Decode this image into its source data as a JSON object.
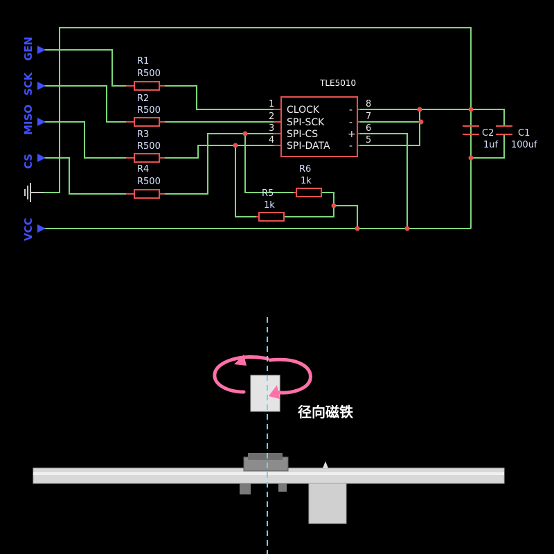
{
  "ports": {
    "gen": "GEN",
    "miso": "MISO",
    "sck": "SCK",
    "cs": "CS",
    "vcc": "VCC"
  },
  "chip": {
    "name": "TLE5010",
    "pins_left": [
      "1",
      "2",
      "3",
      "4"
    ],
    "pins_right": [
      "8",
      "7",
      "6",
      "5"
    ],
    "signals": [
      "CLOCK",
      "SPI-SCK",
      "SPI-CS",
      "SPI-DATA"
    ],
    "polarity": [
      "-",
      "-",
      "+",
      "-"
    ]
  },
  "resistors": [
    {
      "ref": "R1",
      "value": "R500"
    },
    {
      "ref": "R2",
      "value": "R500"
    },
    {
      "ref": "R3",
      "value": "R500"
    },
    {
      "ref": "R4",
      "value": "R500"
    },
    {
      "ref": "R5",
      "value": "1k"
    },
    {
      "ref": "R6",
      "value": "1k"
    }
  ],
  "capacitors": [
    {
      "ref": "C2",
      "value": "1uf"
    },
    {
      "ref": "C1",
      "value": "100uf"
    }
  ],
  "illustration": {
    "caption": "径向磁铁"
  },
  "colors": {
    "wire": "#7dd87a",
    "component": "#e8504f",
    "port": "#4050ff",
    "axis": "#6fd0ff",
    "background": "#000000"
  }
}
